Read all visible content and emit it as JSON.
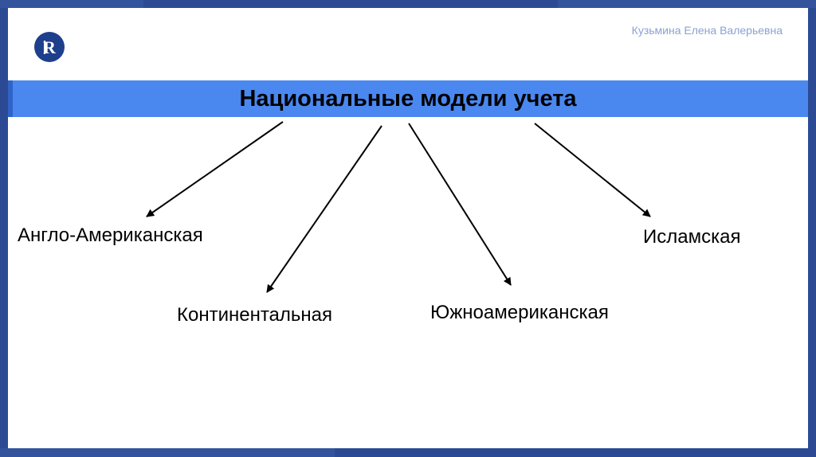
{
  "header": {
    "author": "Кузьмина Елена Валерьевна",
    "logo_icon": "university-logo-icon"
  },
  "diagram": {
    "title": "Национальные модели учета",
    "nodes": [
      {
        "id": "anglo",
        "label": "Англо-Американская"
      },
      {
        "id": "continental",
        "label": "Континентальная"
      },
      {
        "id": "south-american",
        "label": "Южноамериканская"
      },
      {
        "id": "islamic",
        "label": "Исламская"
      }
    ],
    "edges": [
      {
        "from": "title",
        "to": "anglo"
      },
      {
        "from": "title",
        "to": "continental"
      },
      {
        "from": "title",
        "to": "south-american"
      },
      {
        "from": "title",
        "to": "islamic"
      }
    ]
  },
  "colors": {
    "background": "#2b4a93",
    "title_band": "#4a88f0",
    "author_text": "#8aa2d1",
    "logo": "#1d3f8c"
  }
}
